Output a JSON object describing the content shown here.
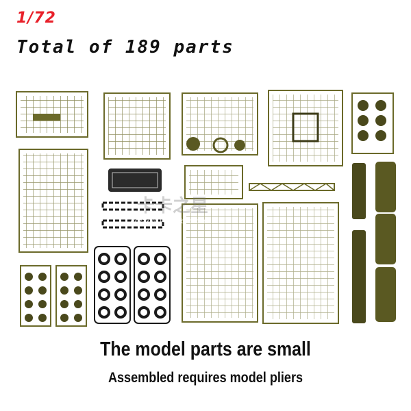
{
  "header": {
    "scale": "1/72",
    "total": "Total of 189 parts"
  },
  "captions": {
    "line1": "The model parts are small",
    "line2": "Assembled requires model pliers"
  },
  "watermark": {
    "brand": "卡卡之星",
    "url": "//czzx2014.taobao.com"
  },
  "colors": {
    "sprue": "#6b6a2a",
    "sprue_dark": "#3d3c18",
    "tire": "#1a1a1a",
    "scale_red": "#e8202a"
  }
}
